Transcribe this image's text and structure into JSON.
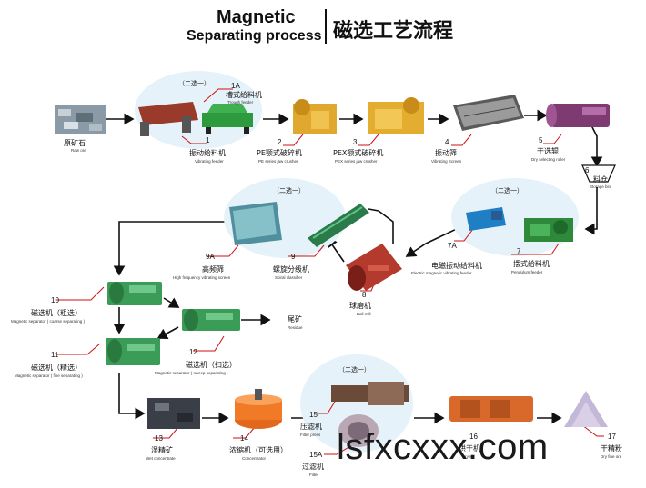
{
  "title": {
    "en_line1": "Magnetic",
    "en_line2": "Separating process",
    "cn": "磁选工艺流程"
  },
  "tags": {
    "t1": "（二选一）",
    "t2": "（二选一）",
    "t3": "（二选一）",
    "t4": "（二选一）"
  },
  "raw_ore": {
    "cn": "原矿石",
    "en": "Raw ore"
  },
  "n1a": {
    "num": "1A",
    "cn": "槽式给料机",
    "en": "Trough feeder"
  },
  "n1": {
    "num": "1",
    "cn": "振动给料机",
    "en": "Vibrating feeder"
  },
  "n2": {
    "num": "2",
    "cn": "PE颚式破碎机",
    "en": "PE series jaw crusher"
  },
  "n3": {
    "num": "3",
    "cn": "PEX颚式破碎机",
    "en": "PEX series jaw crusher"
  },
  "n4": {
    "num": "4",
    "cn": "振动筛",
    "en": "Vibrating Screen"
  },
  "n5": {
    "num": "5",
    "cn": "干选辊",
    "en": "Dry selecting roller"
  },
  "n6": {
    "num": "6",
    "cn": "料仓",
    "en": "Storage bin"
  },
  "n7": {
    "num": "7",
    "cn": "摆式给料机",
    "en": "Pendulum feeder"
  },
  "n7a": {
    "num": "7A",
    "cn": "电磁振动给料机",
    "en": "Electric magnetic vibrating feeder"
  },
  "n8": {
    "num": "8",
    "cn": "球磨机",
    "en": "Ball mill"
  },
  "n9": {
    "num": "9",
    "cn": "螺旋分级机",
    "en": "Spiral classifier"
  },
  "n9a": {
    "num": "9A",
    "cn": "高频筛",
    "en": "High frequency vibrating screen"
  },
  "n10": {
    "num": "10",
    "cn": "磁选机（粗选）",
    "en": "Magnetic separator ( coarse separating )"
  },
  "n11": {
    "num": "11",
    "cn": "磁选机（精选）",
    "en": "Magnetic separator ( fine separating )"
  },
  "n12": {
    "num": "12",
    "cn": "磁选机（扫选）",
    "en": "Magnetic separator ( sweep separating )"
  },
  "residue": {
    "cn": "尾矿",
    "en": "Residue"
  },
  "n13": {
    "num": "13",
    "cn": "湿精矿",
    "en": "Wet concentrate"
  },
  "n14": {
    "num": "14",
    "cn": "浓缩机（可选用）",
    "en": "Concentrator"
  },
  "n15": {
    "num": "15",
    "cn": "压滤机",
    "en": "Filter press"
  },
  "n15a": {
    "num": "15A",
    "cn": "过滤机",
    "en": "Filter"
  },
  "n16": {
    "num": "16",
    "cn": "烘干机",
    "en": "Dryer"
  },
  "n17": {
    "num": "17",
    "cn": "干精粉",
    "en": "Dry fine ore"
  },
  "watermark": "lsfxcxxx.com"
}
